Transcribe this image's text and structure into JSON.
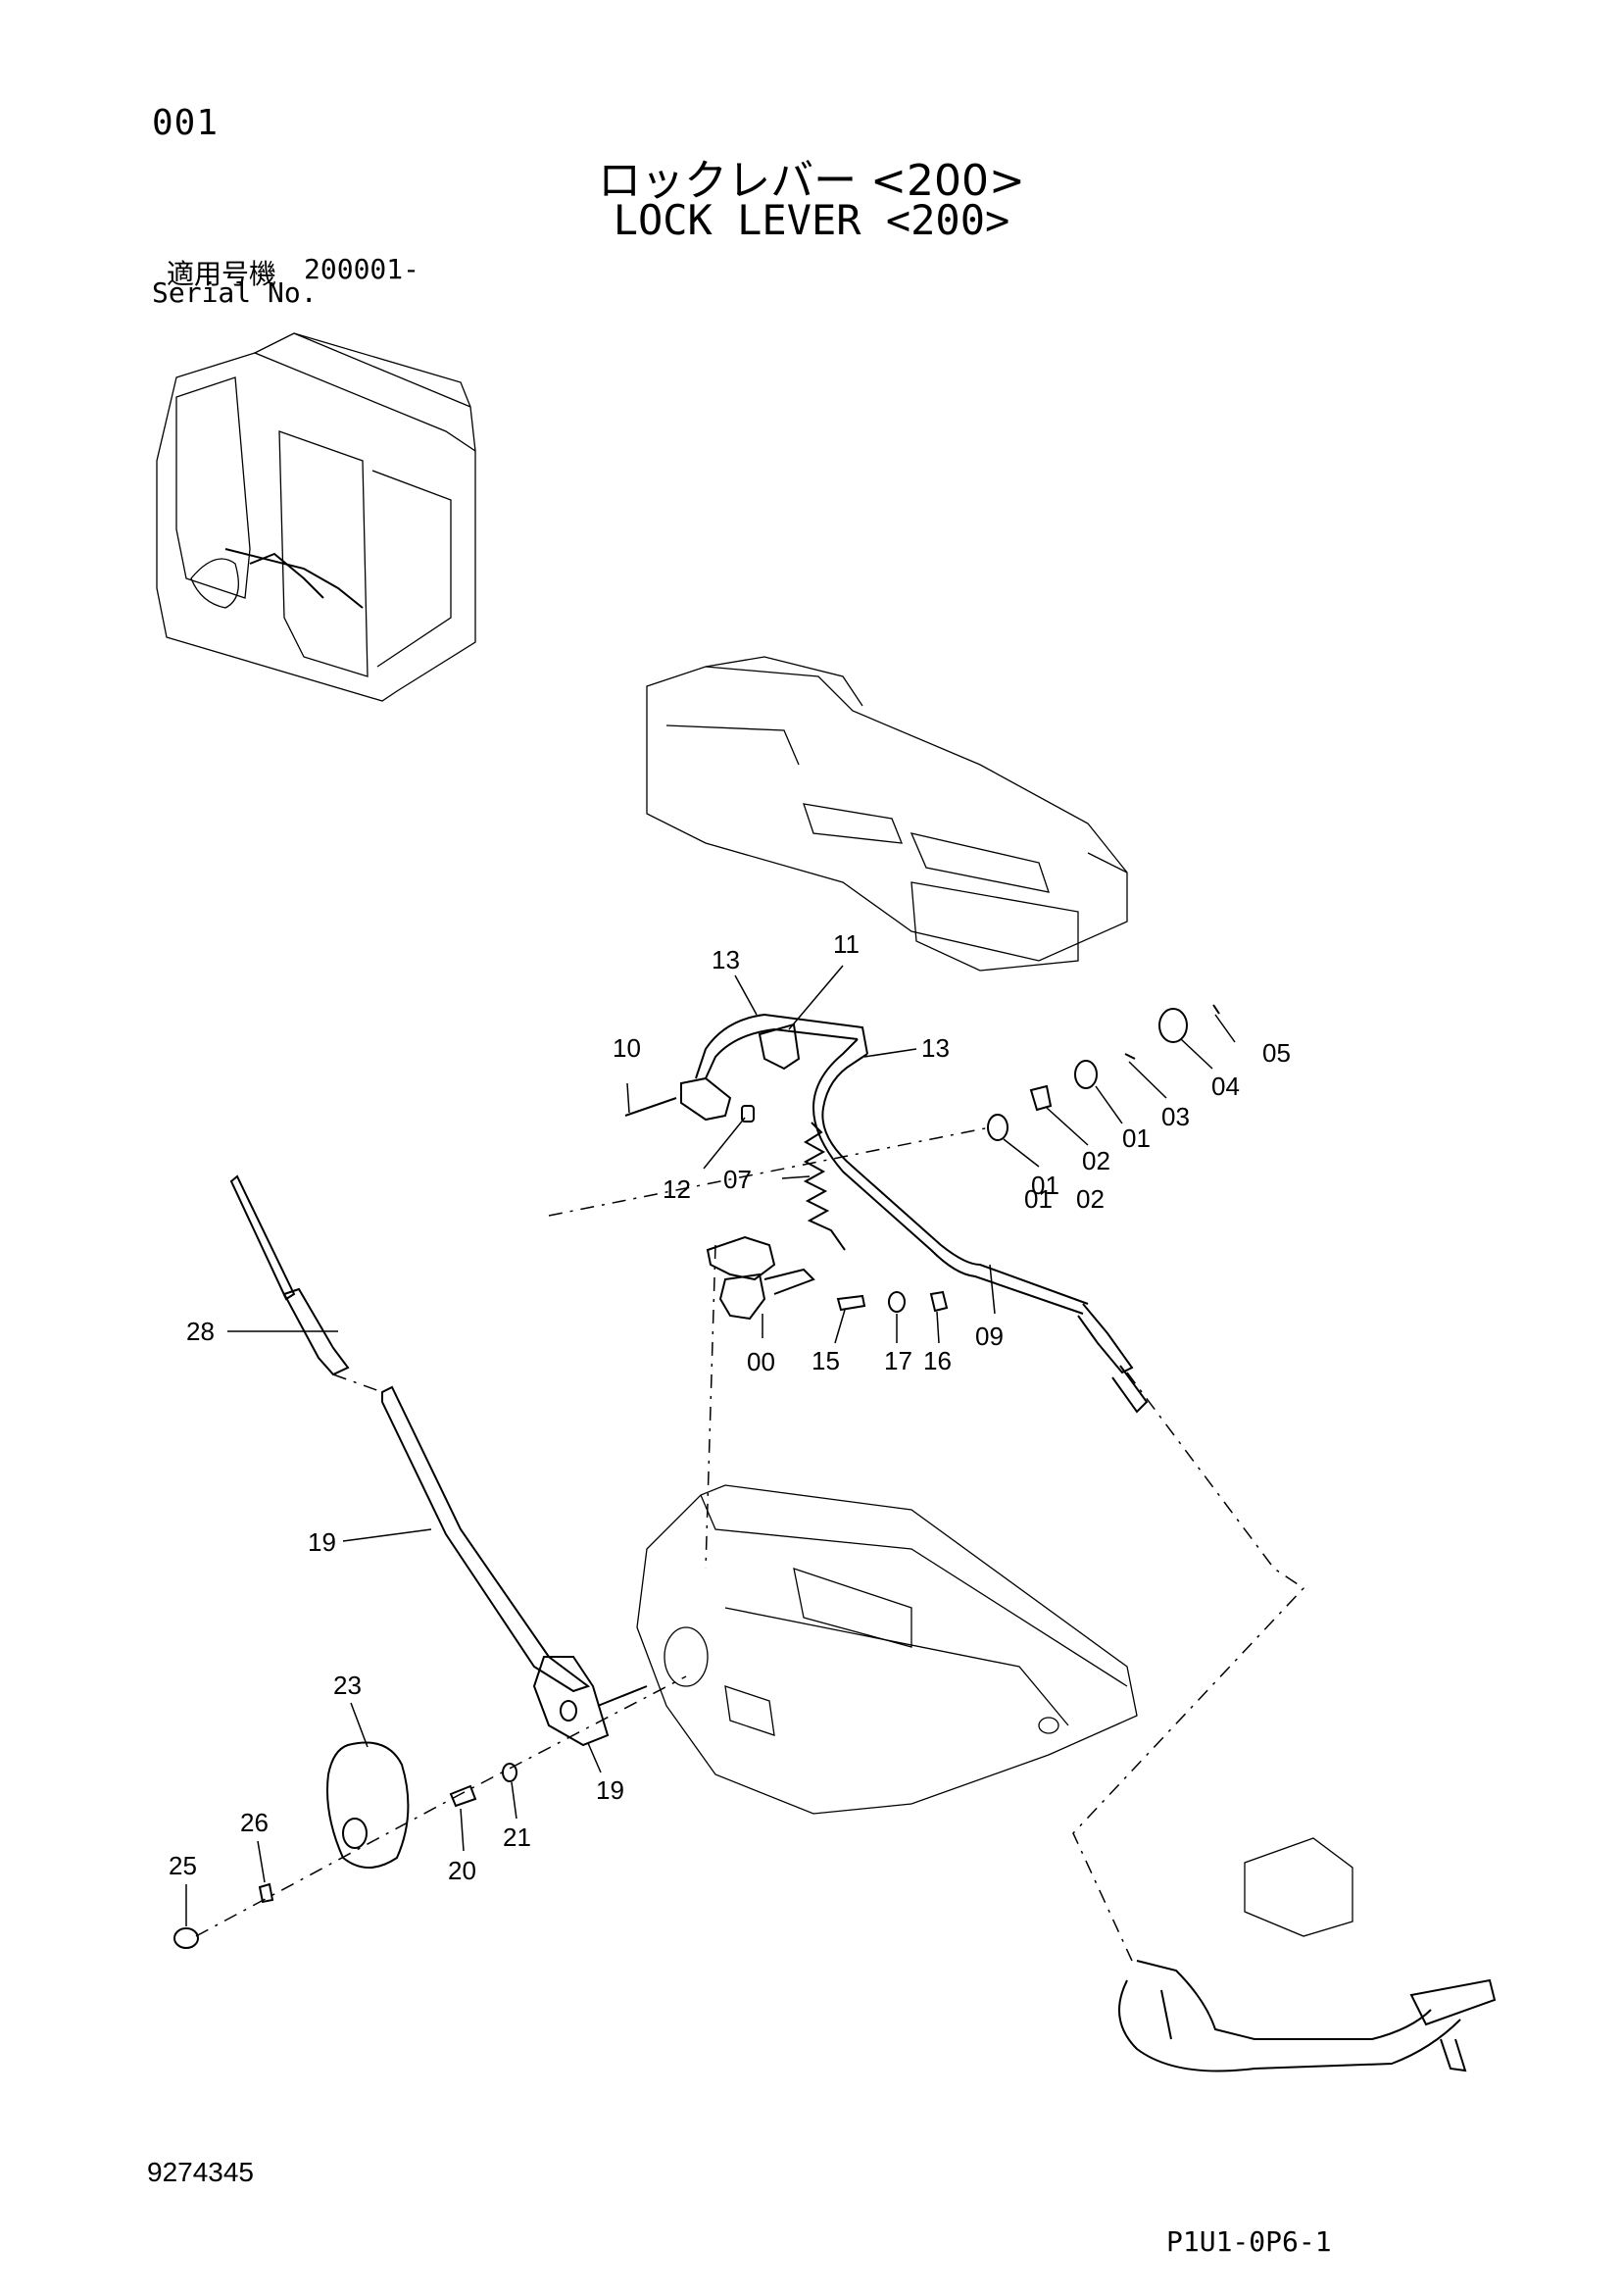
{
  "header": {
    "page_code": "001",
    "title_jp": "ロックレバー <200>",
    "title_en": "LOCK LEVER <200>",
    "serial_label_jp": "適用号機",
    "serial_value": "200001-",
    "serial_label_en": "Serial No."
  },
  "footer": {
    "document_number": "9274345",
    "sheet_code": "P1U1-0P6-1"
  },
  "callouts": [
    "13",
    "11",
    "10",
    "13",
    "05",
    "04",
    "03",
    "01",
    "02",
    "01",
    "12",
    "07",
    "01",
    "02",
    "09",
    "28",
    "00",
    "15",
    "17",
    "16",
    "19",
    "23",
    "19",
    "26",
    "21",
    "25",
    "20"
  ]
}
